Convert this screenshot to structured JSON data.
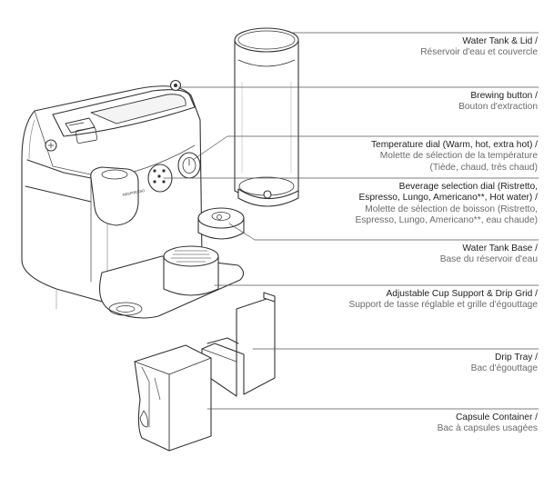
{
  "labels": [
    {
      "en": "Water Tank & Lid /",
      "fr": "Réservoir d'eau et couvercle"
    },
    {
      "en": "Brewing button /",
      "fr": "Bouton d'extraction"
    },
    {
      "en": "Temperature dial (Warm, hot, extra hot) /",
      "fr": "Molette de sélection de la température",
      "fr2": "(Tiède, chaud, très chaud)"
    },
    {
      "en": "Beverage selection dial (Ristretto,",
      "en2": "Espresso, Lungo, Americano**, Hot water) /",
      "fr": "Molette de sélection de boisson (Ristretto,",
      "fr2": "Espresso, Lungo, Americano**, eau chaude)"
    },
    {
      "en": "Water Tank Base /",
      "fr": "Base du réservoir d'eau"
    },
    {
      "en": "Adjustable Cup Support & Drip Grid /",
      "fr": "Support de tasse réglable et grille d'égouttage"
    },
    {
      "en": "Drip Tray /",
      "fr": "Bac d'égouttage"
    },
    {
      "en": "Capsule Container /",
      "fr": "Bac à capsules usagées"
    }
  ],
  "brand_text": "NESPRESSO"
}
